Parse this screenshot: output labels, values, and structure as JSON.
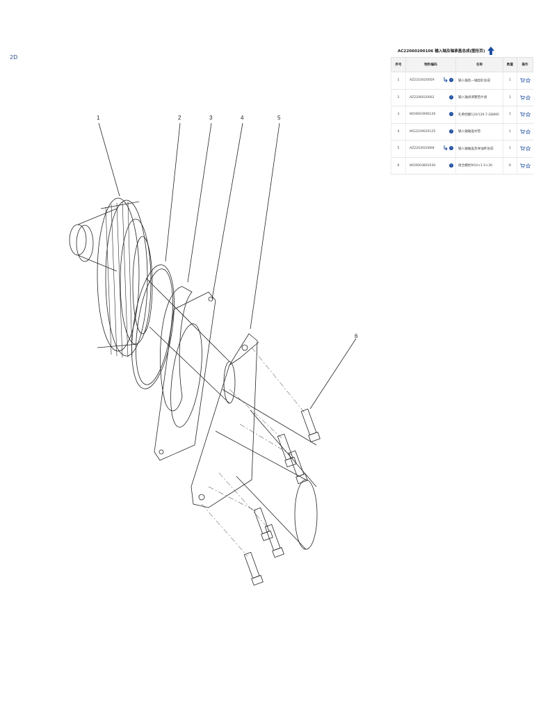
{
  "view_label": "2D",
  "panel": {
    "title": "AC22060200106 输入轴及轴承盖总成(图形页)",
    "headers": [
      "序号",
      "物料编码",
      "名称",
      "数量",
      "操作"
    ],
    "rows": [
      {
        "index": "1",
        "code": "AZ2210020059",
        "name": "输入轴及一轴齿轮总成",
        "qty": "1",
        "has_tree": true
      },
      {
        "index": "2",
        "code": "AZ2206020002",
        "name": "输入轴承调整垫片组",
        "qty": "1",
        "has_tree": false
      },
      {
        "index": "3",
        "code": "WG9003990120",
        "name": "孔用挡圈120/129.7-GB895",
        "qty": "1",
        "has_tree": false
      },
      {
        "index": "4",
        "code": "WG2229020125",
        "name": "输入轴轴盖衬垫",
        "qty": "1",
        "has_tree": false
      },
      {
        "index": "5",
        "code": "AZ2203020068",
        "name": "输入轴轴盖及导油杯总成",
        "qty": "1",
        "has_tree": true
      },
      {
        "index": "6",
        "code": "WG9003801030",
        "name": "组合螺栓M10×1.5×30",
        "qty": "6",
        "has_tree": false
      }
    ]
  },
  "callouts": [
    "1",
    "2",
    "3",
    "4",
    "5",
    "6"
  ],
  "colors": {
    "accent": "#1d4e9e",
    "header_bg": "#f3f3f3",
    "border": "#e2e2e2"
  },
  "icons": {
    "info": "info-circle-icon",
    "tree": "tree-branch-icon",
    "cart": "cart-icon",
    "favorite": "star-icon",
    "up": "up-arrow-icon"
  }
}
